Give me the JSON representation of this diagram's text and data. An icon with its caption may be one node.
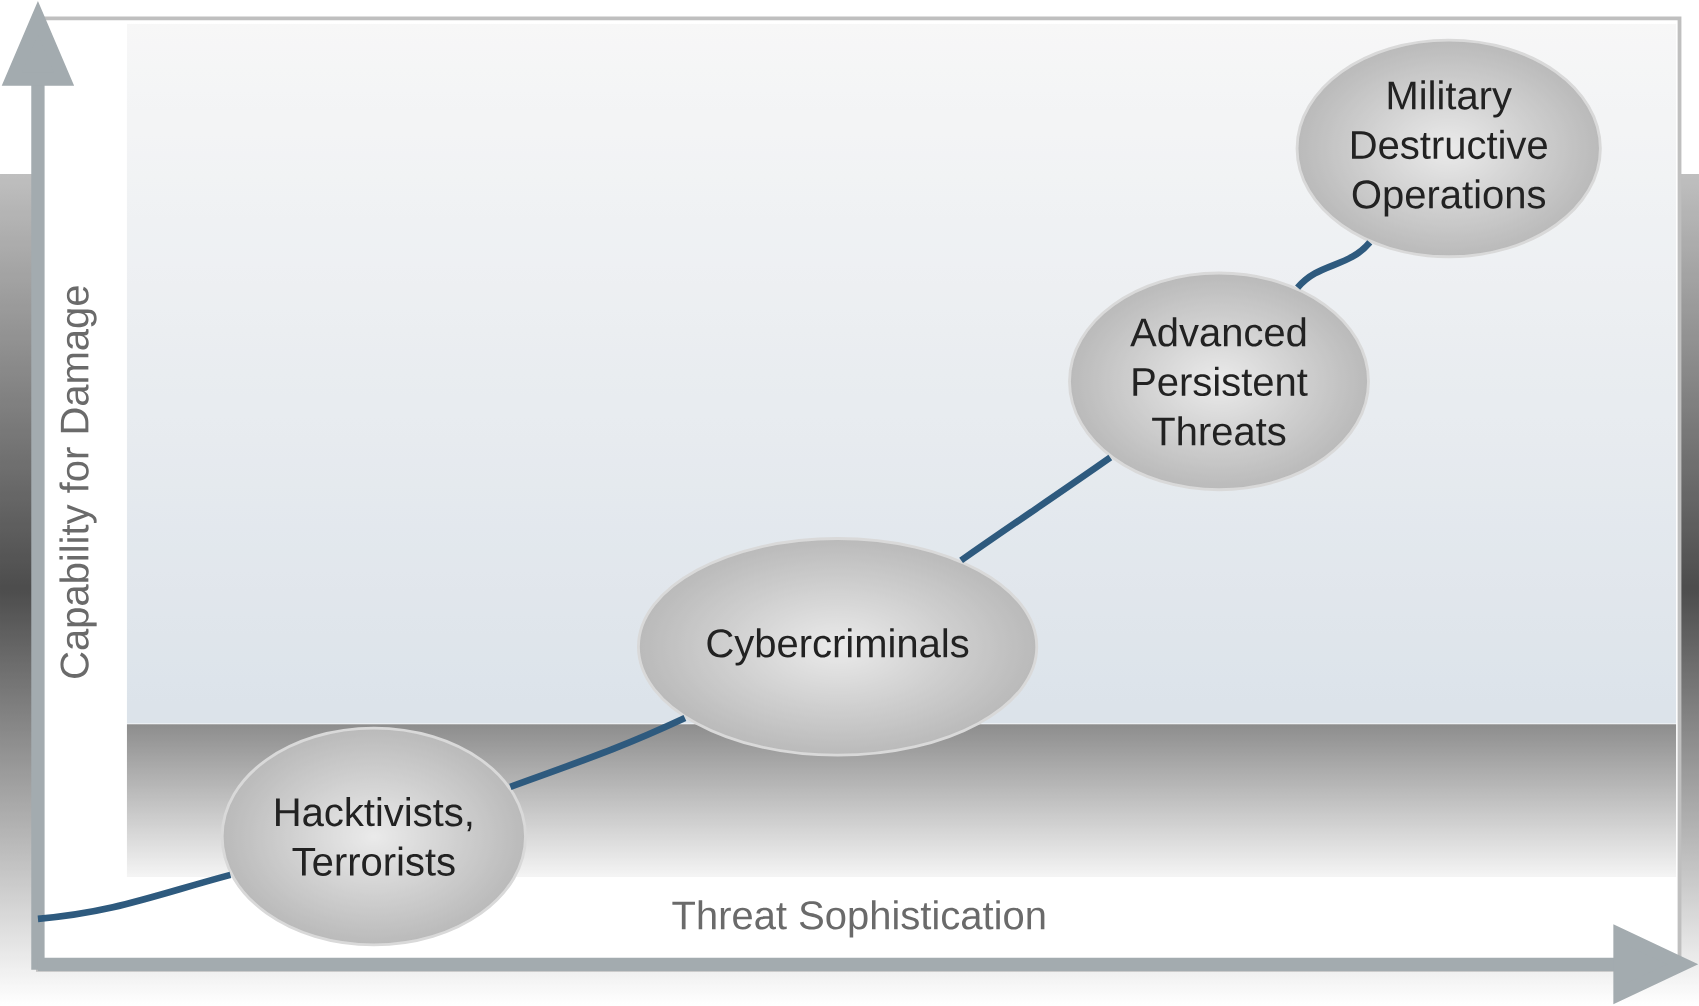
{
  "diagram": {
    "nodes": [
      {
        "text": [
          "Hacktivists, Terrorists"
        ]
      },
      {
        "text": [
          "Cybercriminals"
        ]
      },
      {
        "text": [
          "Advanced Persistent Threats"
        ]
      },
      {
        "text": [
          "Military Destructive Operations"
        ]
      }
    ],
    "edges": [
      {
        "from": null,
        "to": 0,
        "arrow": "none"
      },
      {
        "from": 0,
        "to": 1,
        "arrow": "none"
      },
      {
        "from": 1,
        "to": 2,
        "arrow": "none"
      },
      {
        "from": 2,
        "to": 3,
        "arrow": "none"
      }
    ],
    "labels": [
      "Capability for Damage",
      "Threat Sophistication"
    ]
  }
}
